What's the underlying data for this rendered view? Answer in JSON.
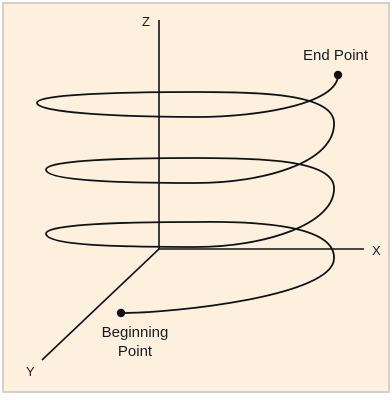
{
  "diagram": {
    "axes": {
      "z": "Z",
      "x": "X",
      "y": "Y"
    },
    "labels": {
      "end_point": "End Point",
      "beginning_point_line1": "Beginning",
      "beginning_point_line2": "Point"
    },
    "colors": {
      "background": "#fdf0df",
      "frame": "#c9c2ba",
      "stroke": "#111111"
    }
  }
}
